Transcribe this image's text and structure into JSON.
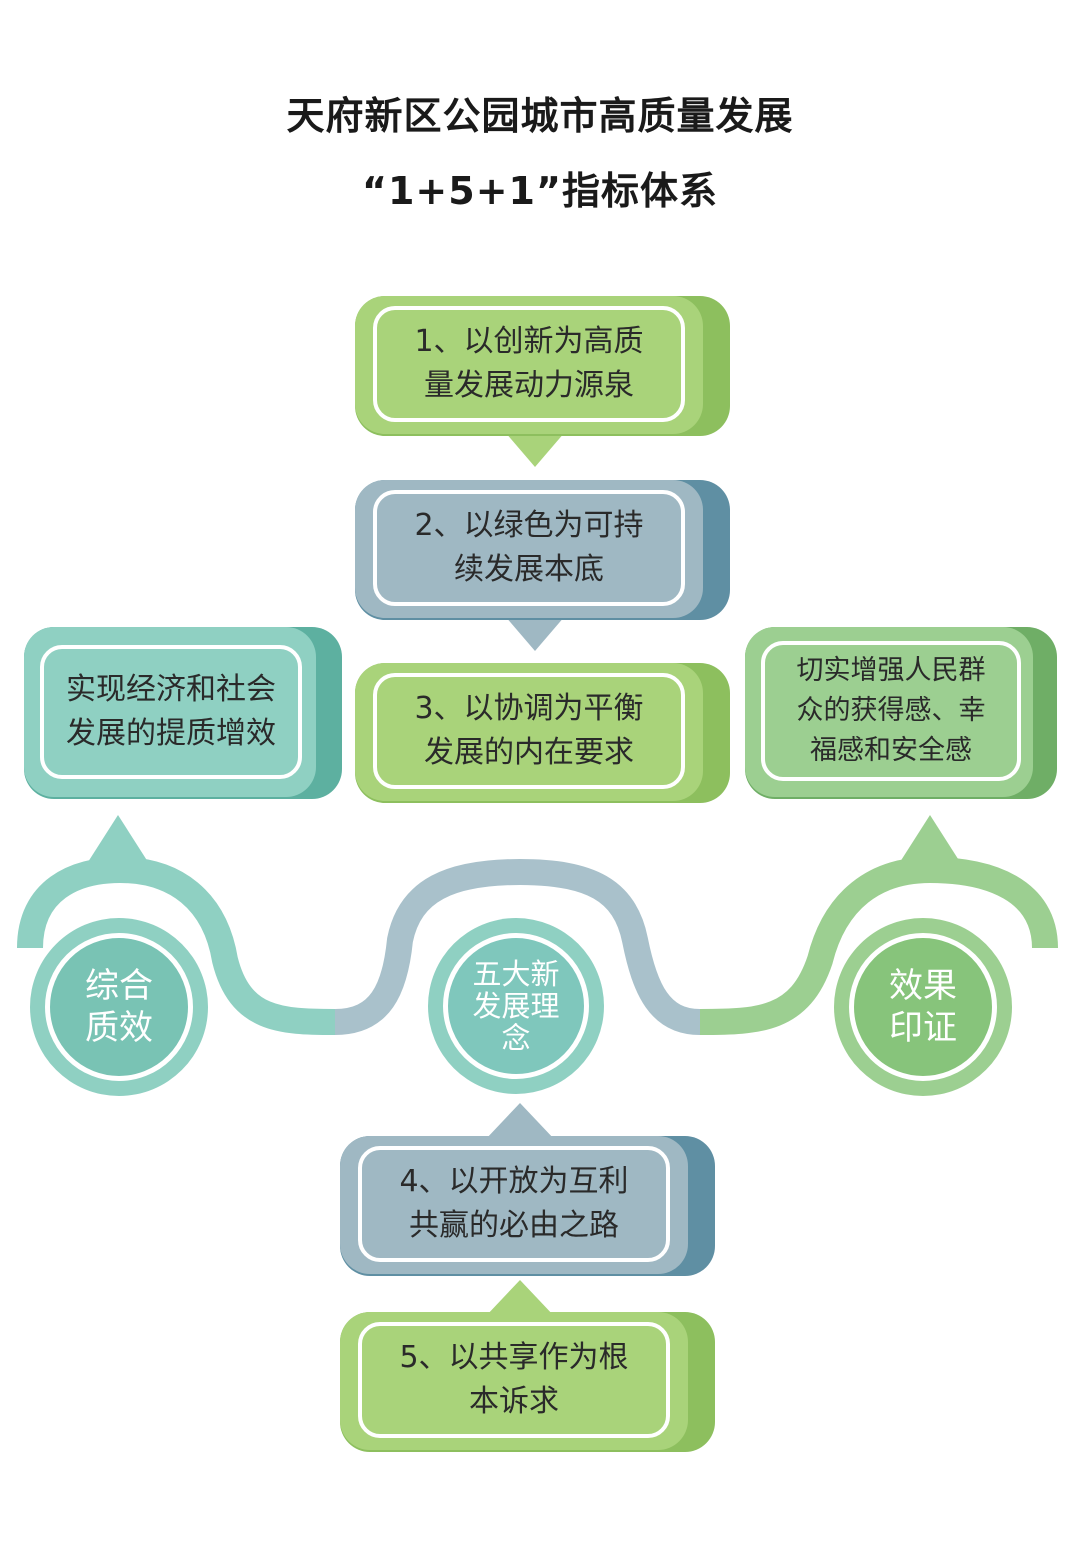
{
  "title": {
    "line1": "天府新区公园城市高质量发展",
    "line2": "“1+5+1”指标体系"
  },
  "steps": [
    {
      "line1": "1、以创新为高质",
      "line2": "量发展动力源泉"
    },
    {
      "line1": "2、以绿色为可持",
      "line2": "续发展本底"
    },
    {
      "line1": "3、以协调为平衡",
      "line2": "发展的内在要求"
    },
    {
      "line1": "4、以开放为互利",
      "line2": "共赢的必由之路"
    },
    {
      "line1": "5、以共享作为根",
      "line2": "本诉求"
    }
  ],
  "left_goal": {
    "line1": "实现经济和社会",
    "line2": "发展的提质增效"
  },
  "right_goal": {
    "line1": "切实增强人民群",
    "line2": "众的获得感、幸",
    "line3": "福感和安全感"
  },
  "circles": {
    "left": {
      "line1": "综合",
      "line2": "质效"
    },
    "center": {
      "line1": "五大新",
      "line2": "发展理",
      "line3": "念"
    },
    "right": {
      "line1": "效果",
      "line2": "印证"
    }
  },
  "colors": {
    "green": "#a9d37a",
    "green_dark": "#8dbf5e",
    "slate": "#9fb8c3",
    "slate_dark": "#5f8fa3",
    "teal": "#8fd0c2",
    "teal_dark": "#5db0a0",
    "sage": "#9ccf91",
    "sage_dark": "#6fae66"
  }
}
